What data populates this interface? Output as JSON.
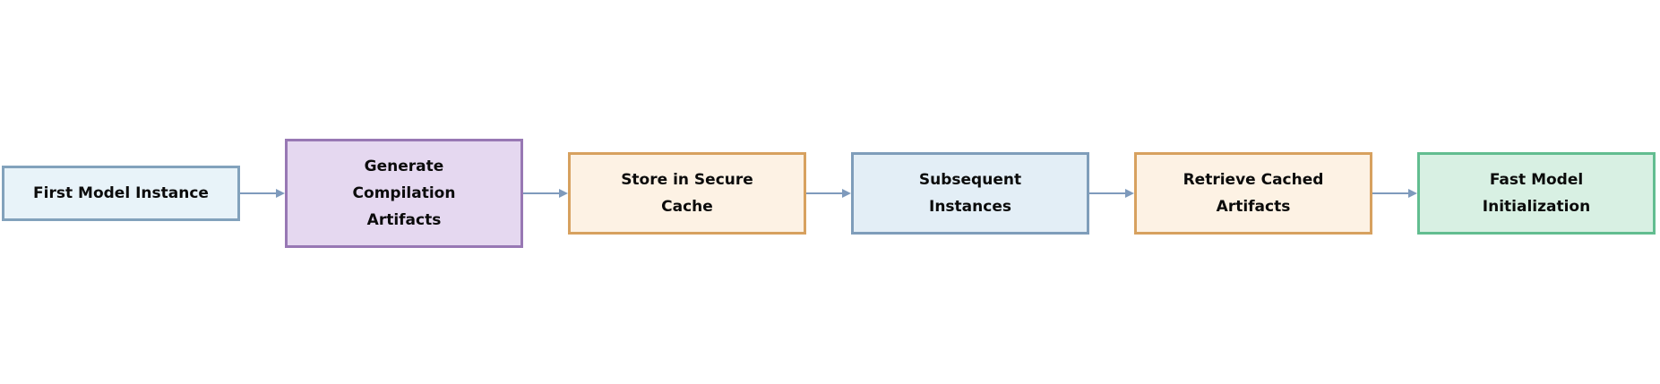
{
  "diagram": {
    "background": "#ffffff",
    "arrow_color": "#7e9abc",
    "text_color": "#0b0b0b",
    "nodes": [
      {
        "id": "first-model-instance",
        "label": "First Model Instance",
        "fill": "#e8f3f9",
        "border": "#82a2bc"
      },
      {
        "id": "generate-compilation-artifacts",
        "label": "Generate\nCompilation\nArtifacts",
        "fill": "#e5d8f0",
        "border": "#9878b4"
      },
      {
        "id": "store-in-secure-cache",
        "label": "Store in Secure\nCache",
        "fill": "#fdf2e4",
        "border": "#d7a15f"
      },
      {
        "id": "subsequent-instances",
        "label": "Subsequent\nInstances",
        "fill": "#e3eef6",
        "border": "#7f9dba"
      },
      {
        "id": "retrieve-cached-artifacts",
        "label": "Retrieve Cached\nArtifacts",
        "fill": "#fdf2e4",
        "border": "#d7a15f"
      },
      {
        "id": "fast-model-initialization",
        "label": "Fast Model\nInitialization",
        "fill": "#d8f0e3",
        "border": "#62bd90"
      }
    ]
  }
}
